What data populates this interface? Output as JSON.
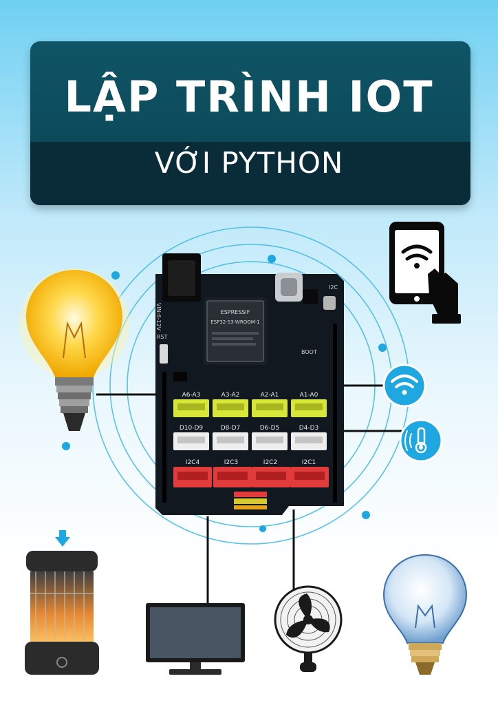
{
  "title": {
    "main": "LẬP TRÌNH IOT",
    "sub": "VỚI PYTHON"
  },
  "board": {
    "module_brand": "ESPRESSIF",
    "module_name": "ESP32-S3-WROOM-1",
    "power_label": "VIN:6-12V",
    "rst_label": "RST",
    "boot_label": "BOOT",
    "i2c_label": "I2C",
    "analog_headers": [
      "A6-A3",
      "A3-A2",
      "A2-A1",
      "A1-A0"
    ],
    "digital_headers": [
      "D10-D9",
      "D8-D7",
      "D6-D5",
      "D4-D3"
    ],
    "i2c_headers": [
      "I2C4",
      "I2C3",
      "I2C2",
      "I2C1"
    ]
  },
  "icons": [
    "smartphone-wifi-icon",
    "wifi-icon",
    "temperature-sensor-icon",
    "light-bulb-on-icon",
    "light-bulb-off-icon",
    "heater-lamp-icon",
    "monitor-icon",
    "fan-icon"
  ],
  "colors": {
    "banner": "#0c4b5c",
    "banner_dark": "#0a2c38",
    "accent": "#1ea7e1",
    "board": "#111820",
    "analog_header": "#d8e63a",
    "digital_header": "#eeeeee",
    "i2c_header": "#e23b3b"
  }
}
